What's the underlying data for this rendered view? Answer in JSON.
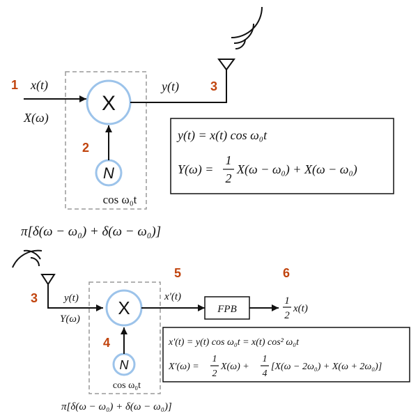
{
  "section1": {
    "markers": {
      "m1": "1",
      "m2": "2",
      "m3": "3"
    },
    "input_time": "x(t)",
    "input_freq": "X(ω)",
    "mixer_symbol": "X",
    "oscillator_symbol": "N",
    "oscillator_label": "cos ω₀t",
    "output_time": "y(t)",
    "carrier_spectrum": "π[δ(ω − ω₀) + δ(ω − ω₀)]",
    "equation1": "y(t) = x(t) cos ω₀t",
    "equation2_lhs": "Y(ω) =",
    "equation2_frac_num": "1",
    "equation2_frac_den": "2",
    "equation2_rhs": "X(ω − ω₀) + X(ω − ω₀)"
  },
  "section2": {
    "markers": {
      "m3": "3",
      "m4": "4",
      "m5": "5",
      "m6": "6"
    },
    "input_time": "y(t)",
    "input_freq": "Y(ω)",
    "mixer_symbol": "X",
    "oscillator_symbol": "N",
    "oscillator_label": "cos ω₀t",
    "mixer_output": "x'(t)",
    "filter_label": "FPB",
    "output_frac_num": "1",
    "output_frac_den": "2",
    "output_signal": "x(t)",
    "carrier_spectrum": "π[δ(ω − ω₀) + δ(ω − ω₀)]",
    "equation1": "x'(t) = y(t) cos ω₀t = x(t) cos² ω₀t",
    "equation2_lhs": "X'(ω) =",
    "equation2_frac1_num": "1",
    "equation2_frac1_den": "2",
    "equation2_mid": "X(ω) +",
    "equation2_frac2_num": "1",
    "equation2_frac2_den": "4",
    "equation2_rhs": "[X(ω − 2ω₀) + X(ω + 2ω₀)]"
  },
  "colors": {
    "marker": "#c1440e",
    "circle_stroke": "#9cc3ea",
    "line": "#111111",
    "dash_box": "#999999"
  }
}
